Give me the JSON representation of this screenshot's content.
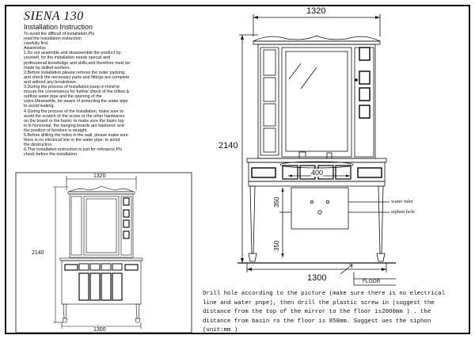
{
  "title": "SIENA 130",
  "instructions": {
    "heading": "Installation Instruction",
    "lines": [
      "To avoid the difficult of installation,Pls",
      "read the installation instruction",
      "carefully first.",
      "Awarenelss",
      "1.Do not assemble and disassemble the product by",
      "yourself, for the installation needs special and",
      "professional knowledge and skills,and therefore must be",
      "made by skilled workers.",
      "2.Before installation,please remove the outer packing,",
      "and check the necessary parts and fittings are complete",
      "and without any breakdown.",
      "3.During the process of installation,keep in mind to",
      "ensure the convenience for further check of the inflow &",
      "outflow water pipe and the opening of the",
      "valve.Meanwhile, be aware of protecting the water pipe",
      "to avoid leaking.",
      "4.During the process of the installation, make sure to",
      "avoid the scratch of the screw or the other hardwares",
      "on the board or the basin; to make sure the basin top",
      "is in horizontal, the hanging boards are banlance and",
      "the position of furniture is straight.",
      "5.Before drilling the holes in the wall, please make sure",
      "there is no electrical line or the water pipe: to avoid",
      "the destruction.",
      "6.This installation instruction is just for referance,Pls",
      "check before the installation."
    ]
  },
  "dimensions": {
    "top_width": "1320",
    "height": "2140",
    "bottom_width": "1300",
    "basin_opening": "400",
    "upper_height": "350",
    "lower_height": "350",
    "small_top_width": "1320",
    "small_height": "2140",
    "small_bottom_width": "1300"
  },
  "labels": {
    "water_inlet": "water inlet",
    "siphon_hole": "siphon hole",
    "floor": "FLOOR"
  },
  "drill_note": "Drill hole according to the picture (make sure there is no electrical line and water pnpe), then drill the plastic screw in (suggest the distance from the top of the mirror to the floor is2000mm ) . the distance from basin ro the floor is 850mm. Suggest ues the siphon (unit:mm )"
}
